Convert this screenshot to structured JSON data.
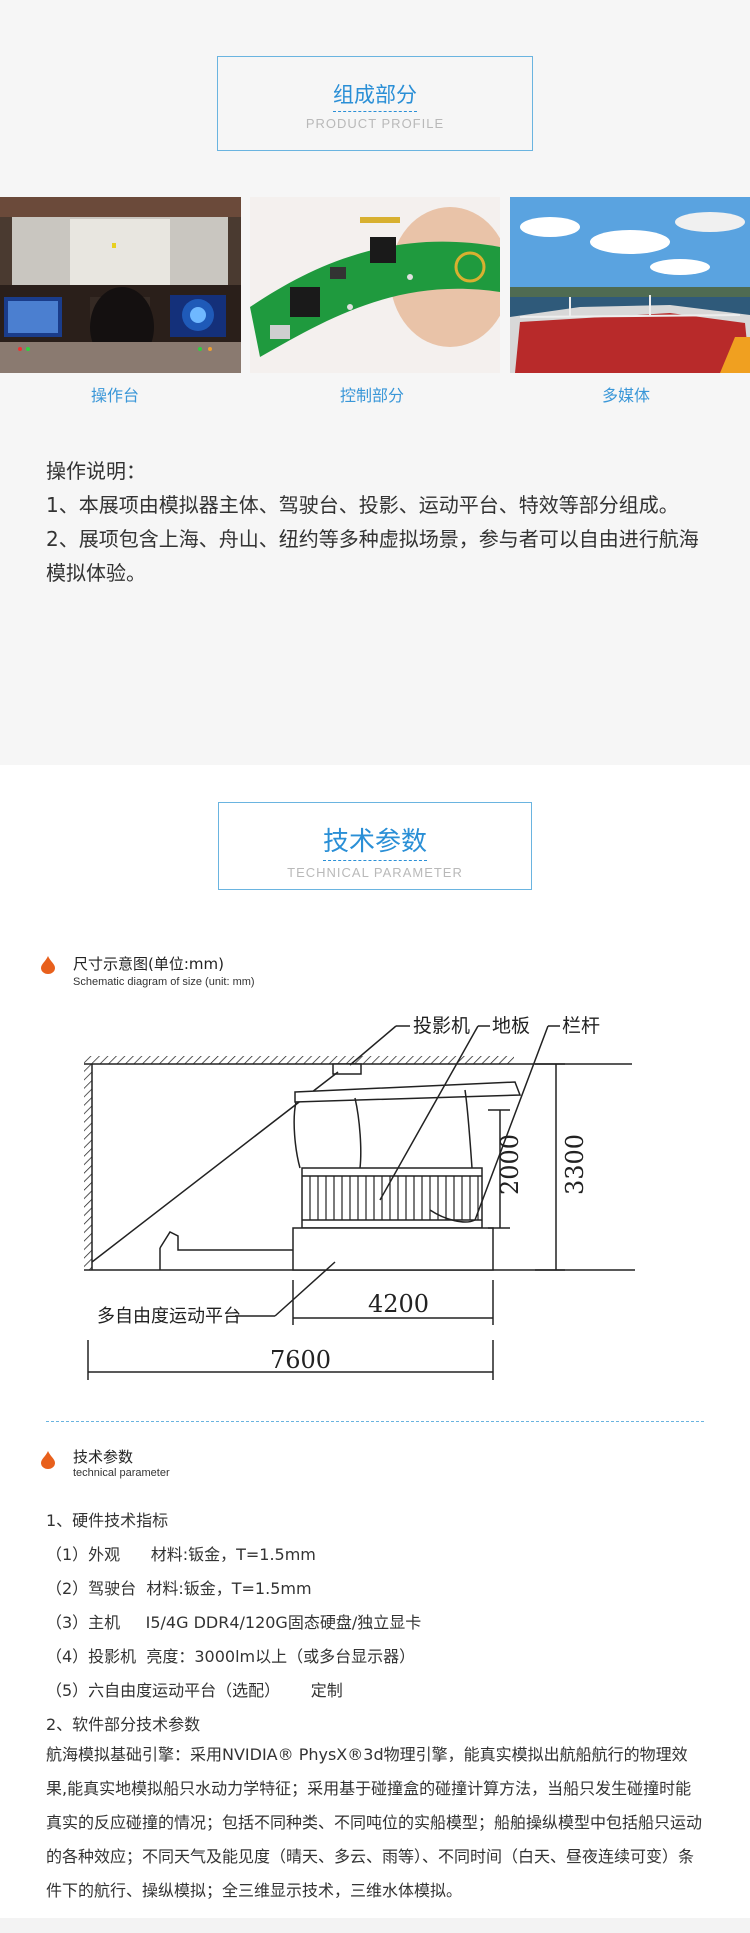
{
  "section1": {
    "title_cn": "组成部分",
    "title_en": "PRODUCT PROFILE",
    "items": [
      {
        "caption": "操作台"
      },
      {
        "caption": "控制部分"
      },
      {
        "caption": "多媒体"
      }
    ],
    "notes": [
      "操作说明：",
      "1、本展项由模拟器主体、驾驶台、投影、运动平台、特效等部分组成。",
      "2、展项包含上海、舟山、纽约等多种虚拟场景，参与者可以自由进行航海模拟体验。"
    ]
  },
  "section2": {
    "title_cn": "技术参数",
    "title_en": "TECHNICAL PARAMETER",
    "diagram": {
      "heading_cn": "尺寸示意图(单位:mm)",
      "heading_en": "Schematic diagram of size (unit: mm)",
      "labels": {
        "projector": "投影机",
        "floor": "地板",
        "railing": "栏杆",
        "platform": "多自由度运动平台",
        "dim_2000": "2000",
        "dim_3300": "3300",
        "dim_4200": "4200",
        "dim_7600": "7600"
      }
    },
    "tech": {
      "heading_cn": "技术参数",
      "heading_en": "technical parameter",
      "hardware_title": "1、硬件技术指标",
      "hardware": [
        "（1）外观      材料:钣金，T=1.5mm",
        "（2）驾驶台  材料:钣金，T=1.5mm",
        "（3）主机     I5/4G DDR4/120G固态硬盘/独立显卡",
        "（4）投影机  亮度：3000lm以上（或多台显示器）",
        "（5）六自由度运动平台（选配）      定制"
      ],
      "software_title": "2、软件部分技术参数",
      "software_para": "航海模拟基础引擎：采用NVIDIA® PhysX®3d物理引擎，能真实模拟出航船航行的物理效果,能真实地模拟船只水动力学特征；采用基于碰撞盒的碰撞计算方法，当船只发生碰撞时能真实的反应碰撞的情况；包括不同种类、不同吨位的实船模型；船舶操纵模型中包括船只运动的各种效应；不同天气及能见度（晴天、多云、雨等）、不同时间（白天、昼夜连续可变）条件下的航行、操纵模拟；全三维显示技术，三维水体模拟。"
    }
  },
  "colors": {
    "accent": "#2a8fd6",
    "frame": "#6ab4e0",
    "drop": "#e8601c"
  }
}
